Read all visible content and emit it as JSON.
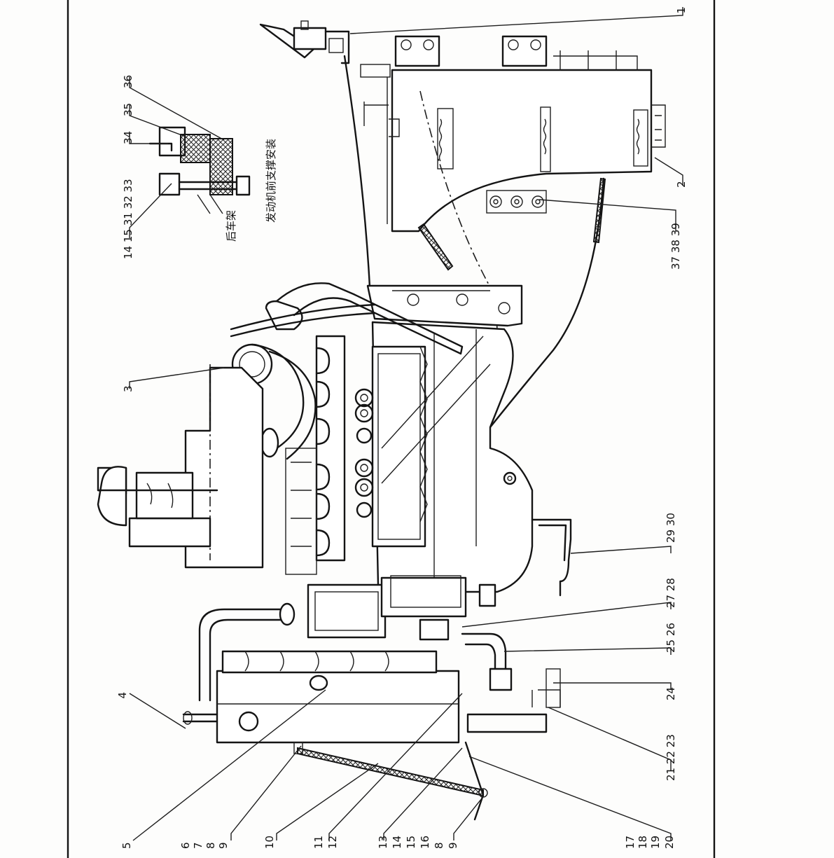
{
  "labels": {
    "l1": "1",
    "l2": "2",
    "l3": "3",
    "l4": "4",
    "l5": "5",
    "l6": "6",
    "l7": "7",
    "l8": "8",
    "l9": "9",
    "l10": "10",
    "l11": "11",
    "l12": "12",
    "l13": "13",
    "l14": "14",
    "l15": "15",
    "l16": "16",
    "l8b": "8",
    "l9b": "9",
    "l17": "17",
    "l18": "18",
    "l19": "19",
    "l20": "20",
    "l21_23": "21 22 23",
    "l24": "24",
    "l25_26": "25 26",
    "l27_28": "27 28",
    "l29_30": "29 30",
    "l37_39": "37 38 39",
    "l14_33": "14 15 31 32 33",
    "l34": "34",
    "l35": "35",
    "l36": "36"
  },
  "captions": {
    "rear_frame": "后车架",
    "front_support": "发动机前支撑安装"
  }
}
